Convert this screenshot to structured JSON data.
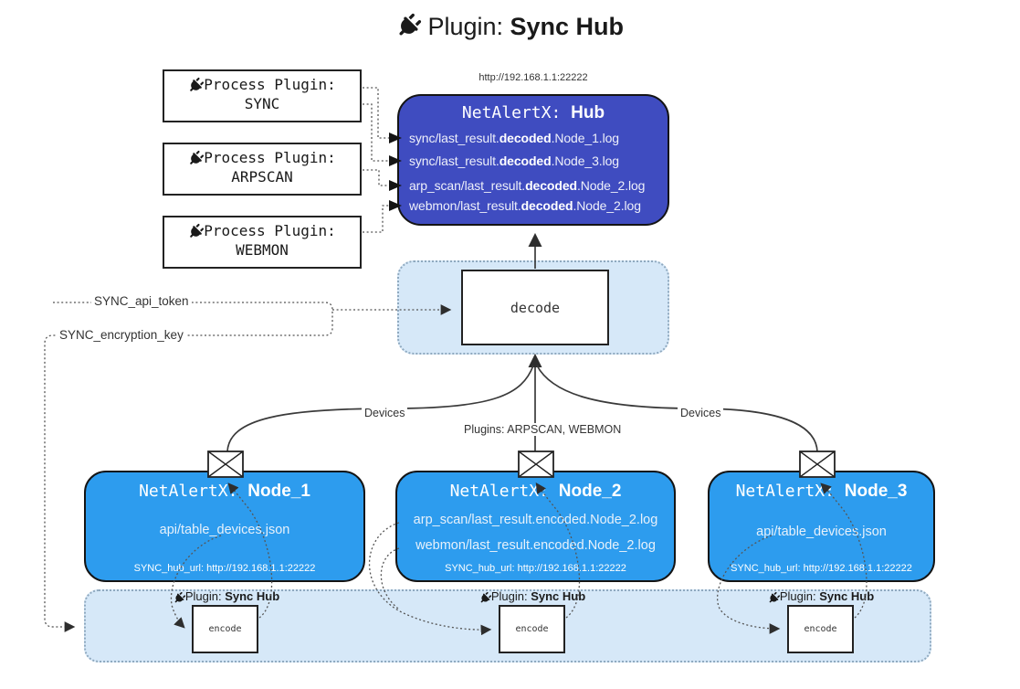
{
  "title": {
    "prefix": "Plugin: ",
    "name": "Sync Hub"
  },
  "hub": {
    "url": "http://192.168.1.1:22222",
    "name_mono": "NetAlertX: ",
    "name_bold": "Hub",
    "lines": [
      {
        "pre": "sync/last_result.",
        "bold": "decoded",
        "post": ".Node_1.log"
      },
      {
        "pre": "sync/last_result.",
        "bold": "decoded",
        "post": ".Node_3.log"
      },
      {
        "pre": "arp_scan/last_result.",
        "bold": "decoded",
        "post": ".Node_2.log"
      },
      {
        "pre": "webmon/last_result.",
        "bold": "decoded",
        "post": ".Node_2.log"
      }
    ]
  },
  "process_plugins": [
    {
      "label": "Process Plugin:",
      "name": "SYNC"
    },
    {
      "label": "Process Plugin:",
      "name": "ARPSCAN"
    },
    {
      "label": "Process Plugin:",
      "name": "WEBMON"
    }
  ],
  "settings": {
    "api_token": "SYNC_api_token",
    "encryption_key": "SYNC_encryption_key"
  },
  "decode": {
    "label": "decode"
  },
  "edges": {
    "devices_left": "Devices",
    "devices_right": "Devices",
    "plugins_center": "Plugins: ARPSCAN, WEBMON"
  },
  "nodes": [
    {
      "name_mono": "NetAlertX: ",
      "name_bold": "Node_1",
      "lines": [
        "api/table_devices.json"
      ],
      "footer": "SYNC_hub_url: http://192.168.1.1:22222"
    },
    {
      "name_mono": "NetAlertX: ",
      "name_bold": "Node_2",
      "lines": [
        "arp_scan/last_result.encoded.Node_2.log",
        "webmon/last_result.encoded.Node_2.log"
      ],
      "footer": "SYNC_hub_url: http://192.168.1.1:22222"
    },
    {
      "name_mono": "NetAlertX: ",
      "name_bold": "Node_3",
      "lines": [
        "api/table_devices.json"
      ],
      "footer": "SYNC_hub_url: http://192.168.1.1:22222"
    }
  ],
  "encode": {
    "label_prefix": "Plugin: ",
    "label_bold": "Sync Hub",
    "box": "encode"
  },
  "colors": {
    "hub_fill": "#3f4cc0",
    "node_fill": "#2d9cee",
    "panel_fill": "#d6e8f8",
    "panel_border": "#8fa9bf",
    "line": "#3a3a3a"
  }
}
